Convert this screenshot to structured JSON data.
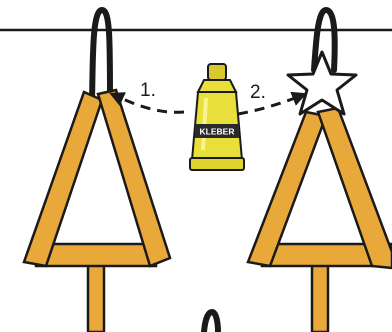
{
  "steps": [
    {
      "label": "1."
    },
    {
      "label": "2."
    }
  ],
  "glue_tube": {
    "label": "KLEBER",
    "icon": "glue-tube-icon"
  },
  "icons": {
    "left_ornament": "wooden-triangle-tree-icon",
    "right_ornament": "wooden-triangle-tree-icon",
    "star": "star-icon",
    "arrows": "dashed-arrow-icon",
    "hanging_string": "hanging-string-icon"
  },
  "colors": {
    "wood": "#e9a93a",
    "outline": "#1a1a1a",
    "glue": "#e8df3a",
    "cap": "#d8c92c",
    "label_band": "#2a2a2a",
    "star_fill": "#ffffff"
  }
}
